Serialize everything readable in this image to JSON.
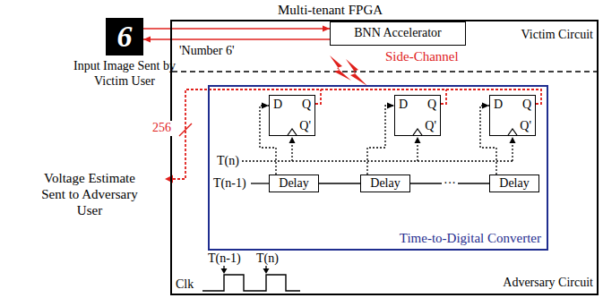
{
  "diagram": {
    "nodes": [
      {
        "text": [
          "Multi-tenant FPGA"
        ]
      },
      {
        "text": [
          "6",
          "Input Image Sent by Victim User"
        ]
      },
      {
        "text": [
          "BNN Accelerator"
        ],
        "in": 0
      },
      {
        "text": [
          "Time-to-Digital Converter"
        ],
        "in": 0
      },
      {
        "text": [
          "D",
          "Q",
          "Q'"
        ],
        "in": 3
      },
      {
        "text": [
          "D",
          "Q",
          "Q'"
        ],
        "in": 3
      },
      {
        "text": [
          "D",
          "Q",
          "Q'"
        ],
        "in": 3
      },
      {
        "text": [
          "Delay"
        ],
        "in": 3
      },
      {
        "text": [
          "Delay"
        ],
        "in": 3
      },
      {
        "text": [
          "Delay"
        ],
        "in": 3
      }
    ],
    "edges": [
      {
        "from": 1,
        "to": 2,
        "arrow": "to"
      },
      {
        "from": 2,
        "to": 1,
        "label": "'Number 6'",
        "arrow": "to"
      },
      {
        "from": 7,
        "to": 4,
        "arrow": "to"
      },
      {
        "from": 8,
        "to": 5,
        "arrow": "to"
      },
      {
        "from": 9,
        "to": 6,
        "arrow": "to"
      },
      {
        "from": 7,
        "to": 8,
        "arrow": "none"
      },
      {
        "from": 8,
        "to": 9,
        "label": "···",
        "arrow": "none"
      }
    ],
    "labels": [
      "Victim Circuit",
      "Adversary Circuit",
      "Side-Channel",
      "256",
      "Voltage Estimate Sent to Adversary User",
      "T(n)",
      "T(n-1)",
      "T(n-1)",
      "T(n)",
      "Clk"
    ]
  }
}
